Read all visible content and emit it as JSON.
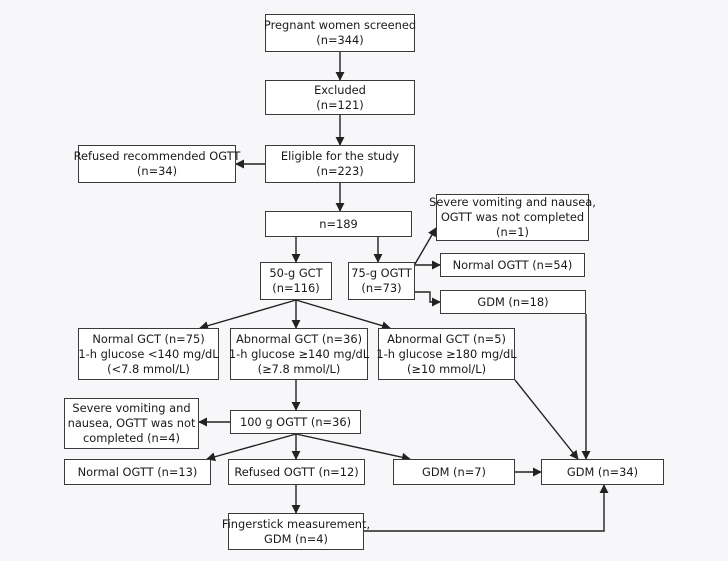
{
  "nodes": [
    {
      "id": "screened",
      "lines": [
        "Pregnant women screened",
        "(n=344)"
      ]
    },
    {
      "id": "excluded",
      "lines": [
        "Excluded",
        "(n=121)"
      ]
    },
    {
      "id": "eligible",
      "lines": [
        "Eligible for the study",
        "(n=223)"
      ]
    },
    {
      "id": "refused-ogtt-top",
      "lines": [
        "Refused recommended OGTT",
        "(n=34)"
      ]
    },
    {
      "id": "n189",
      "lines": [
        "n=189"
      ]
    },
    {
      "id": "vomit-top",
      "lines": [
        "Severe vomiting and nausea,",
        "OGTT was not completed",
        "(n=1)"
      ]
    },
    {
      "id": "gct50",
      "lines": [
        "50-g GCT",
        "(n=116)"
      ]
    },
    {
      "id": "ogtt75",
      "lines": [
        "75-g OGTT",
        "(n=73)"
      ]
    },
    {
      "id": "normal-ogtt54",
      "lines": [
        "Normal OGTT (n=54)"
      ]
    },
    {
      "id": "gdm18",
      "lines": [
        "GDM (n=18)"
      ]
    },
    {
      "id": "normal-gct",
      "lines": [
        "Normal GCT (n=75)",
        "1-h glucose <140 mg/dL",
        "(<7.8 mmol/L)"
      ]
    },
    {
      "id": "abnormal-gct36",
      "lines": [
        "Abnormal GCT (n=36)",
        "1-h glucose ≥140 mg/dL",
        "(≥7.8 mmol/L)"
      ]
    },
    {
      "id": "abnormal-gct5",
      "lines": [
        "Abnormal GCT (n=5)",
        "1-h glucose ≥180 mg/dL",
        "(≥10 mmol/L)"
      ]
    },
    {
      "id": "vomit-mid",
      "lines": [
        "Severe vomiting and",
        "nausea, OGTT was not",
        "completed (n=4)"
      ]
    },
    {
      "id": "ogtt100",
      "lines": [
        "100 g OGTT (n=36)"
      ]
    },
    {
      "id": "normal-ogtt13",
      "lines": [
        "Normal OGTT (n=13)"
      ]
    },
    {
      "id": "refused-ogtt12",
      "lines": [
        "Refused OGTT (n=12)"
      ]
    },
    {
      "id": "gdm7",
      "lines": [
        "GDM (n=7)"
      ]
    },
    {
      "id": "gdm34",
      "lines": [
        "GDM (n=34)"
      ]
    },
    {
      "id": "fingerstick",
      "lines": [
        "Fingerstick measurement,",
        "GDM (n=4)"
      ]
    }
  ],
  "edges": [
    {
      "from": "screened",
      "to": "excluded"
    },
    {
      "from": "excluded",
      "to": "eligible"
    },
    {
      "from": "eligible",
      "to": "refused-ogtt-top"
    },
    {
      "from": "eligible",
      "to": "n189"
    },
    {
      "from": "n189",
      "to": "gct50"
    },
    {
      "from": "n189",
      "to": "ogtt75"
    },
    {
      "from": "ogtt75",
      "to": "vomit-top"
    },
    {
      "from": "ogtt75",
      "to": "normal-ogtt54"
    },
    {
      "from": "ogtt75",
      "to": "gdm18"
    },
    {
      "from": "gct50",
      "to": "normal-gct"
    },
    {
      "from": "gct50",
      "to": "abnormal-gct36"
    },
    {
      "from": "gct50",
      "to": "abnormal-gct5"
    },
    {
      "from": "abnormal-gct36",
      "to": "ogtt100"
    },
    {
      "from": "ogtt100",
      "to": "vomit-mid"
    },
    {
      "from": "ogtt100",
      "to": "normal-ogtt13"
    },
    {
      "from": "ogtt100",
      "to": "refused-ogtt12"
    },
    {
      "from": "ogtt100",
      "to": "gdm7"
    },
    {
      "from": "gdm7",
      "to": "gdm34"
    },
    {
      "from": "gdm18",
      "to": "gdm34"
    },
    {
      "from": "abnormal-gct5",
      "to": "gdm34"
    },
    {
      "from": "refused-ogtt12",
      "to": "fingerstick"
    },
    {
      "from": "fingerstick",
      "to": "gdm34"
    }
  ]
}
